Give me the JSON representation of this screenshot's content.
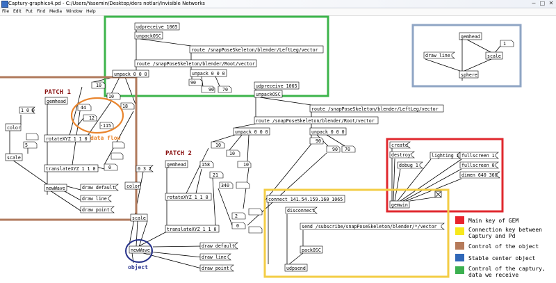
{
  "window": {
    "title": "Captury-graphics4.pd  -  C:/Users/Yasemin/Desktop/ders notlari/Invisible Networks",
    "controls": [
      "−",
      "□",
      "✕"
    ]
  },
  "menu": [
    "File",
    "Edit",
    "Put",
    "Find",
    "Media",
    "Window",
    "Help"
  ],
  "patch_labels": {
    "patch1": "PATCH 1",
    "patch2": "PATCH 2",
    "data_flow": "data flow",
    "object": "object"
  },
  "objects": {
    "udpreceive_top": "udpreceive 1065",
    "unpackosc_top": "unpackOSC",
    "route_leftleg_top": "route /snapPoseSkeleton/blender/LeftLeg/vector",
    "route_root_top": "route /snapPoseSkeleton/blender/Root/vector",
    "unpack_top_mid": "unpack 0 0 0",
    "unpack_top_left": "unpack 0 0 0",
    "udpreceive_mid": "udpreceive 1065",
    "unpackosc_mid": "unpackOSC",
    "route_leftleg_mid": "route /snapPoseSkeleton/blender/LeftLeg/vector",
    "route_root_mid": "route /snapPoseSkeleton/blender/Root/vector",
    "unpack_mid_left": "unpack 0 0 0",
    "unpack_mid_right": "unpack 0 0 0",
    "gemhead_p1": "gemhead",
    "color_p1": "color",
    "scale_p1": "scale",
    "rotatexyz_p1": "rotateXYZ 1 1 0",
    "translatexyz_p1": "translateXYZ 1 1 0",
    "newwave_p1": "newWave",
    "gemhead_p2": "gemhead",
    "color_p2": "color",
    "scale_p2": "scale",
    "rotatexyz_p2": "rotateXYZ 1 1 0",
    "translatexyz_p2": "translateXYZ 1 1 0",
    "newwave_p2": "newWave",
    "gemhead_sphere": "gemhead",
    "scale_sphere": "scale",
    "sphere": "sphere",
    "gemwin": "gemwin",
    "connect": "connect 141.54.159.160 1065",
    "packosc": "packOSC",
    "udpsend": "udpsend"
  },
  "messages": {
    "draw_default_p1": "draw default",
    "draw_line_p1": "draw line",
    "draw_point_p1": "draw point",
    "draw_default_p2": "draw default",
    "draw_line_p2": "draw line",
    "draw_point_p2": "draw point",
    "draw_line_sphere": "draw line",
    "create": "create",
    "destroy": "destroy",
    "dobug": "dobug 1",
    "lighting": "lighting 1",
    "fullscreen_1": "fullscreen 1",
    "fullscreen_0": "fullscreen 0",
    "dimen": "dimen 640 360",
    "disconnect": "disconnect",
    "send_subscribe": "send /subscribe/snapPoseSkeleton/blender/*/vector",
    "color_msg_p1": "1 0 0",
    "color_msg_p2": "0 3 2"
  },
  "numbers": {
    "top_90_a": "90",
    "top_90_b": "90",
    "top_70": "70",
    "top_10": "10",
    "p1_18": "18",
    "p1_10": "10",
    "p1_44": "44",
    "p1_12": "12",
    "p1_115": "-115",
    "p1_5": "5",
    "p1_0": "0",
    "p2_10_a": "10",
    "p2_158": "158",
    "p2_10_b": "10",
    "p2_10_c": "10",
    "p2_21": "21",
    "p2_340": "340",
    "p2_2": "2",
    "p2_0": "0",
    "mid_90_a": "90",
    "mid_90_b": "90",
    "mid_70": "70",
    "sphere_1": "1"
  },
  "legend": [
    {
      "label": "Main key of GEM",
      "color": "#e8242c"
    },
    {
      "label": "Connection key between Captury and Pd",
      "color": "#f7e81c"
    },
    {
      "label": "Control of the object",
      "color": "#b57a5a"
    },
    {
      "label": "Stable center object",
      "color": "#2f67b8"
    },
    {
      "label": "Control of the captury, data we receive",
      "color": "#3bb050"
    }
  ],
  "colors": {
    "green_box": "#3cb44b",
    "blue_box": "#8fa5c4",
    "brown_box": "#b07a5c",
    "red_box": "#e0282e",
    "yellow_box": "#f3cd45",
    "orange_circle": "#e9852e",
    "navy_circle": "#27328a",
    "patch_label": "#8b1414",
    "dataflow_label": "#e9852e",
    "object_label": "#2f3a93"
  }
}
